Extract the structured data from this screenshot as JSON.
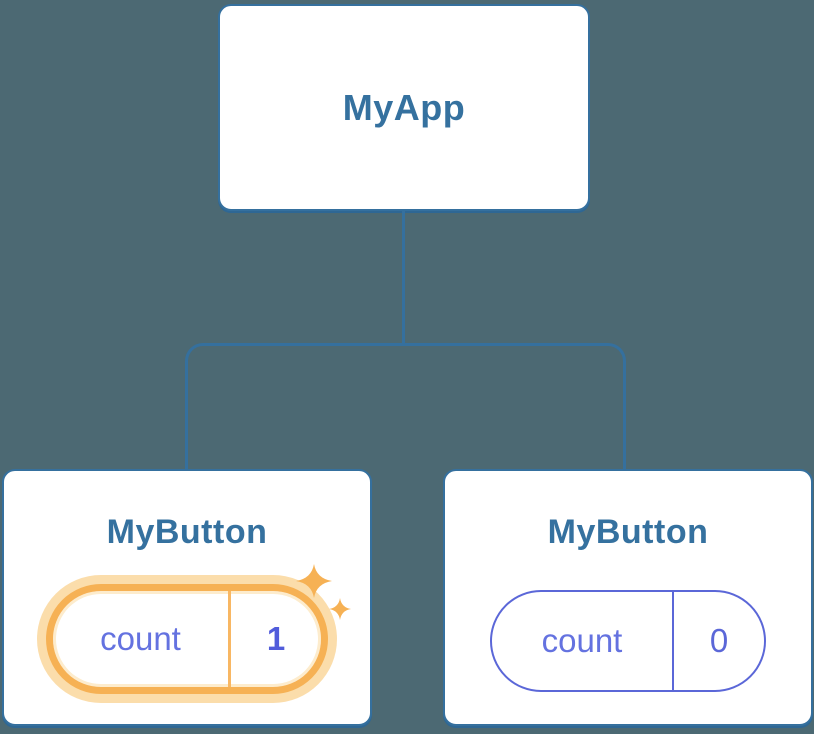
{
  "diagram": {
    "root": {
      "label": "MyApp"
    },
    "children": [
      {
        "label": "MyButton",
        "state": {
          "key": "count",
          "value": "1"
        },
        "highlighted": true
      },
      {
        "label": "MyButton",
        "state": {
          "key": "count",
          "value": "0"
        },
        "highlighted": false
      }
    ]
  },
  "colors": {
    "background": "#4c6973",
    "card_background": "#ffffff",
    "card_border": "#35709e",
    "title_text": "#35719f",
    "connector": "#35709e",
    "state_key_text": "#6472e0",
    "state_value_active": "#515cdb",
    "state_idle_border": "#5b67d8",
    "highlight_orange": "#f6b154",
    "highlight_halo": "#fbddab",
    "sparkle": "#f6b154"
  }
}
